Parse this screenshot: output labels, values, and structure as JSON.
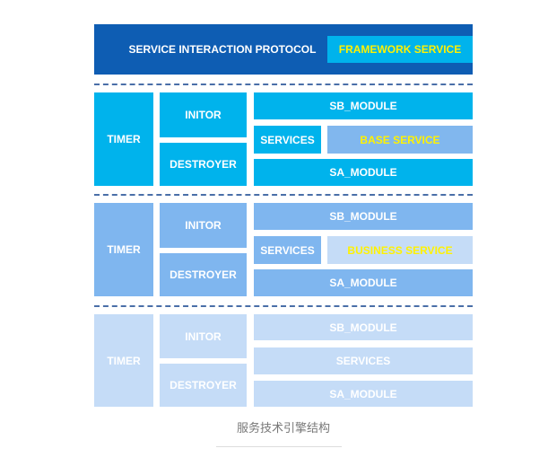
{
  "header": {
    "protocol_label": "SERVICE INTERACTION PROTOCOL",
    "framework_label": "FRAMEWORK SERVICE"
  },
  "layers": [
    {
      "timer": "TIMER",
      "initor": "INITOR",
      "destroyer": "DESTROYER",
      "sb_module": "SB_MODULE",
      "services": "SERVICES",
      "service_name": "BASE SERVICE",
      "sa_module": "SA_MODULE"
    },
    {
      "timer": "TIMER",
      "initor": "INITOR",
      "destroyer": "DESTROYER",
      "sb_module": "SB_MODULE",
      "services": "SERVICES",
      "service_name": "BUSINESS SERVICE",
      "sa_module": "SA_MODULE"
    },
    {
      "timer": "TIMER",
      "initor": "INITOR",
      "destroyer": "DESTROYER",
      "sb_module": "SB_MODULE",
      "services": "SERVICES",
      "sa_module": "SA_MODULE"
    }
  ],
  "caption": "服务技术引擎结构",
  "colors": {
    "header_bg": "#0e5db3",
    "framework_bg": "#00b3ec",
    "layer1_bg": "#00b3ec",
    "layer2_bg": "#7fb6ef",
    "layer3_bg": "#c5dcf7",
    "highlight_text": "#fff200"
  }
}
